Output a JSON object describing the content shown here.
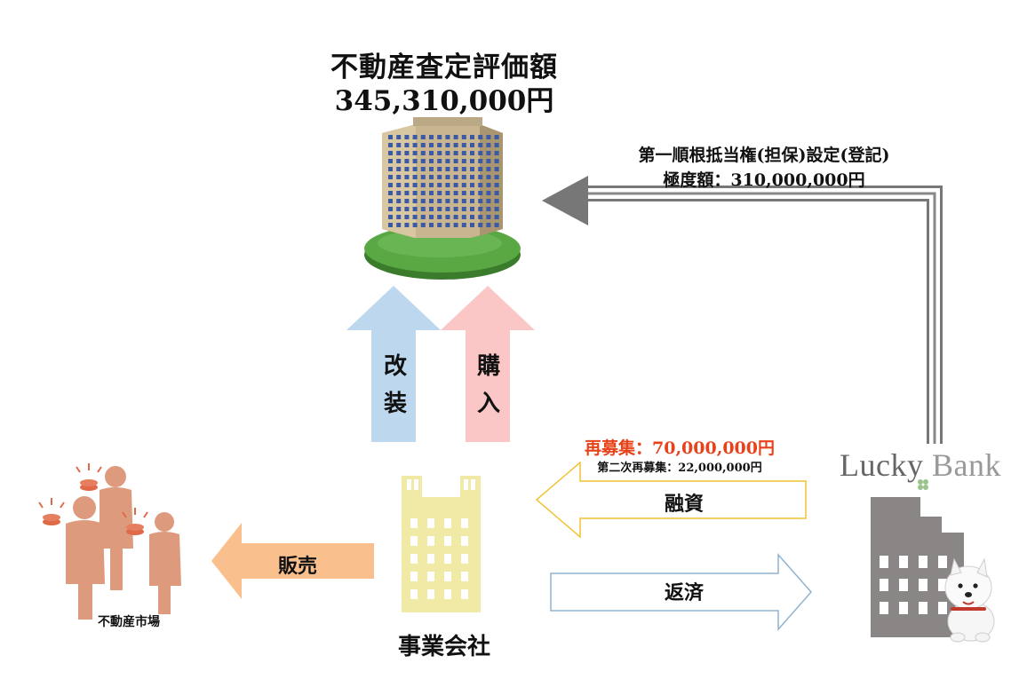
{
  "appraisal": {
    "title": "不動産査定評価額",
    "amount": "345,310,000円"
  },
  "lien": {
    "line1": "第一順根抵当権(担保)設定(登記)",
    "line2": "極度額：310,000,000円"
  },
  "up_arrows": {
    "renovation": "改装",
    "purchase": "購入",
    "renovation_color": "#bcd7ee",
    "purchase_color": "#fbc6c6"
  },
  "recruitment": {
    "line1": "再募集：70,000,000円",
    "line2": "第二次再募集：22,000,000円",
    "line1_color": "#e8421a"
  },
  "flows": {
    "financing": "融資",
    "repayment": "返済",
    "sales": "販売",
    "financing_color": "#f1c232",
    "repayment_color": "#8fb3cf",
    "sales_color": "#f9c08e"
  },
  "company": {
    "label": "事業会社",
    "color": "#f0eaa6"
  },
  "market": {
    "label": "不動産市場",
    "person_color": "#de9a7d"
  },
  "bank": {
    "brand_part1": "Lucky ",
    "brand_part2": "Bank",
    "building_color": "#8a8685",
    "icons": [
      "clover-icon",
      "dog-icon"
    ]
  },
  "colors": {
    "lien_arrow": "#777777",
    "building_facade": "#c9b58f",
    "ground_disc": "#5aa844"
  }
}
